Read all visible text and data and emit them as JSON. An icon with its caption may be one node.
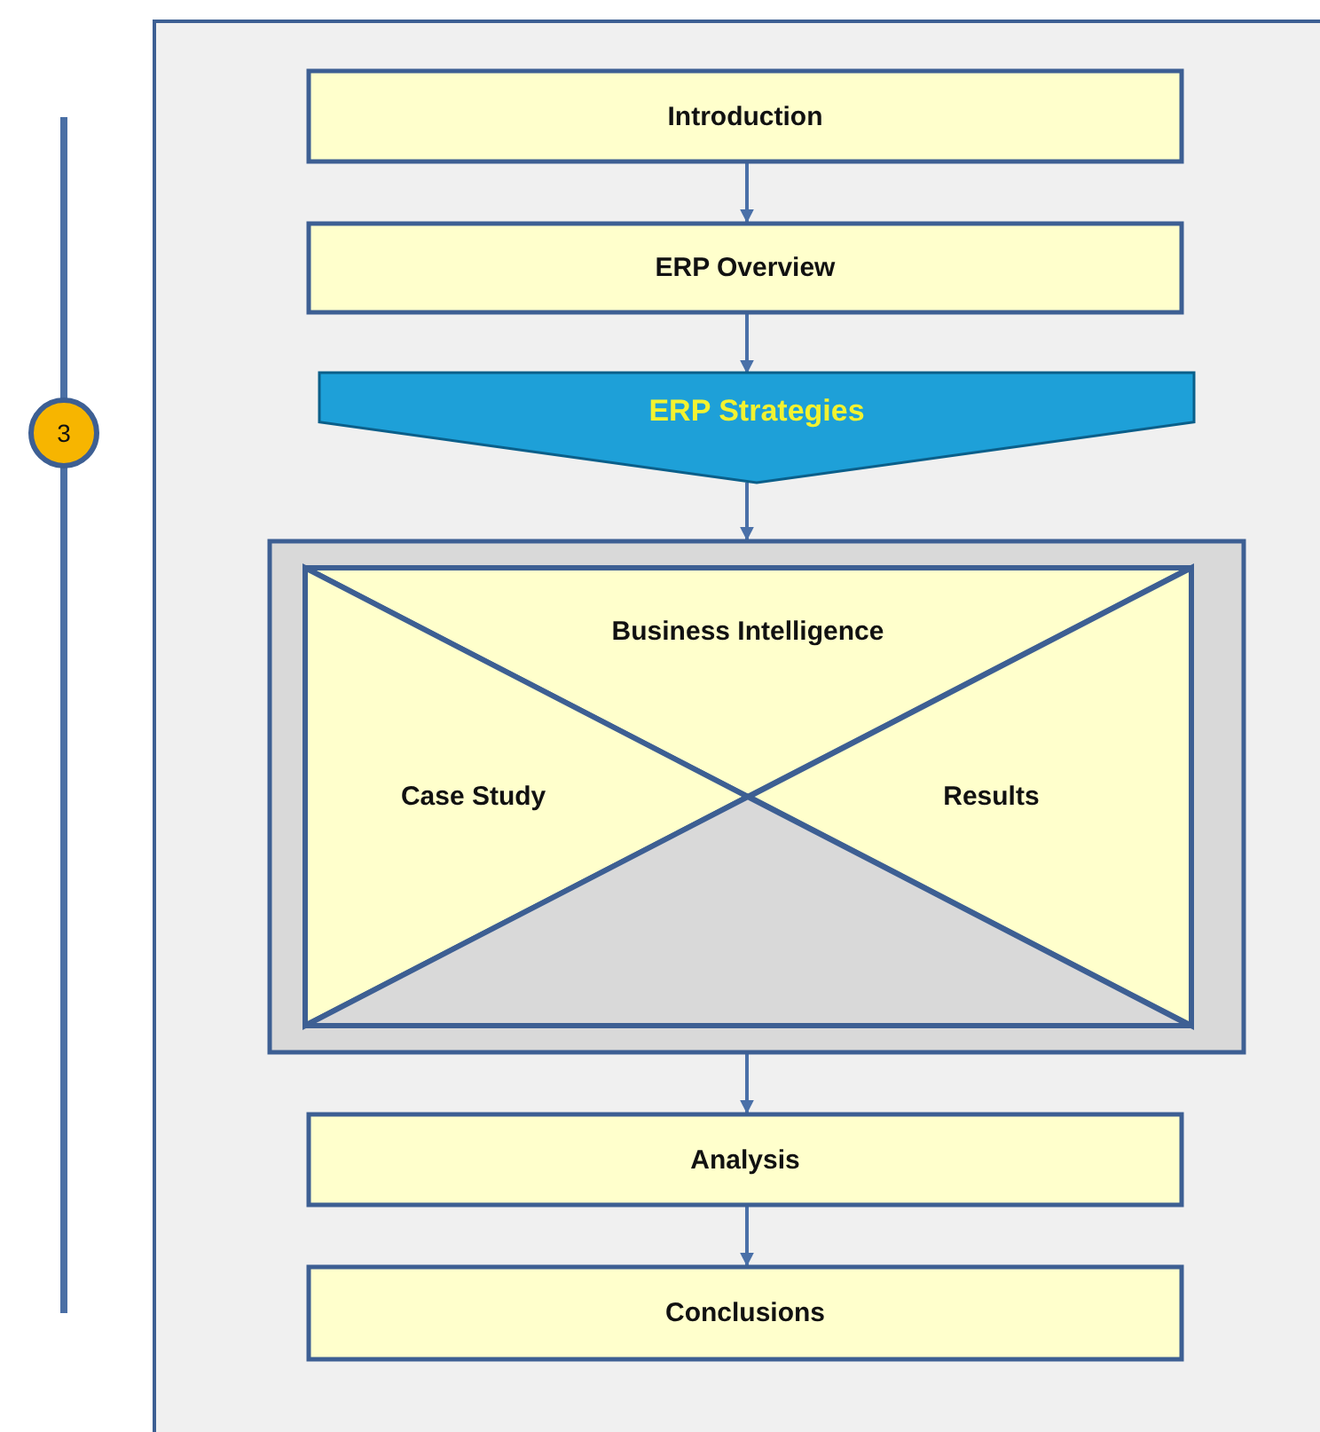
{
  "diagram": {
    "nodes": [
      {
        "text": [
          "Introduction"
        ]
      },
      {
        "text": [
          "ERP Overview"
        ]
      },
      {
        "text": [
          "ERP Strategies"
        ]
      },
      {
        "text": [],
        "shape": "box"
      },
      {
        "text": [
          "Business Intelligence"
        ],
        "in": 3
      },
      {
        "text": [
          "Case Study"
        ],
        "in": 3
      },
      {
        "text": [
          "Results"
        ],
        "in": 3
      },
      {
        "text": [],
        "shape": "triangle",
        "in": 3
      },
      {
        "text": [
          "Analysis"
        ]
      },
      {
        "text": [
          "Conclusions"
        ]
      },
      {
        "text": [
          "3"
        ]
      }
    ],
    "edges": [
      {
        "from": 0,
        "to": 1,
        "arrow": "to"
      },
      {
        "from": 1,
        "to": 2,
        "arrow": "to"
      },
      {
        "from": 2,
        "to": 3,
        "arrow": "to"
      },
      {
        "from": 3,
        "to": 8,
        "arrow": "to"
      },
      {
        "from": 8,
        "to": 9,
        "arrow": "to"
      }
    ]
  }
}
